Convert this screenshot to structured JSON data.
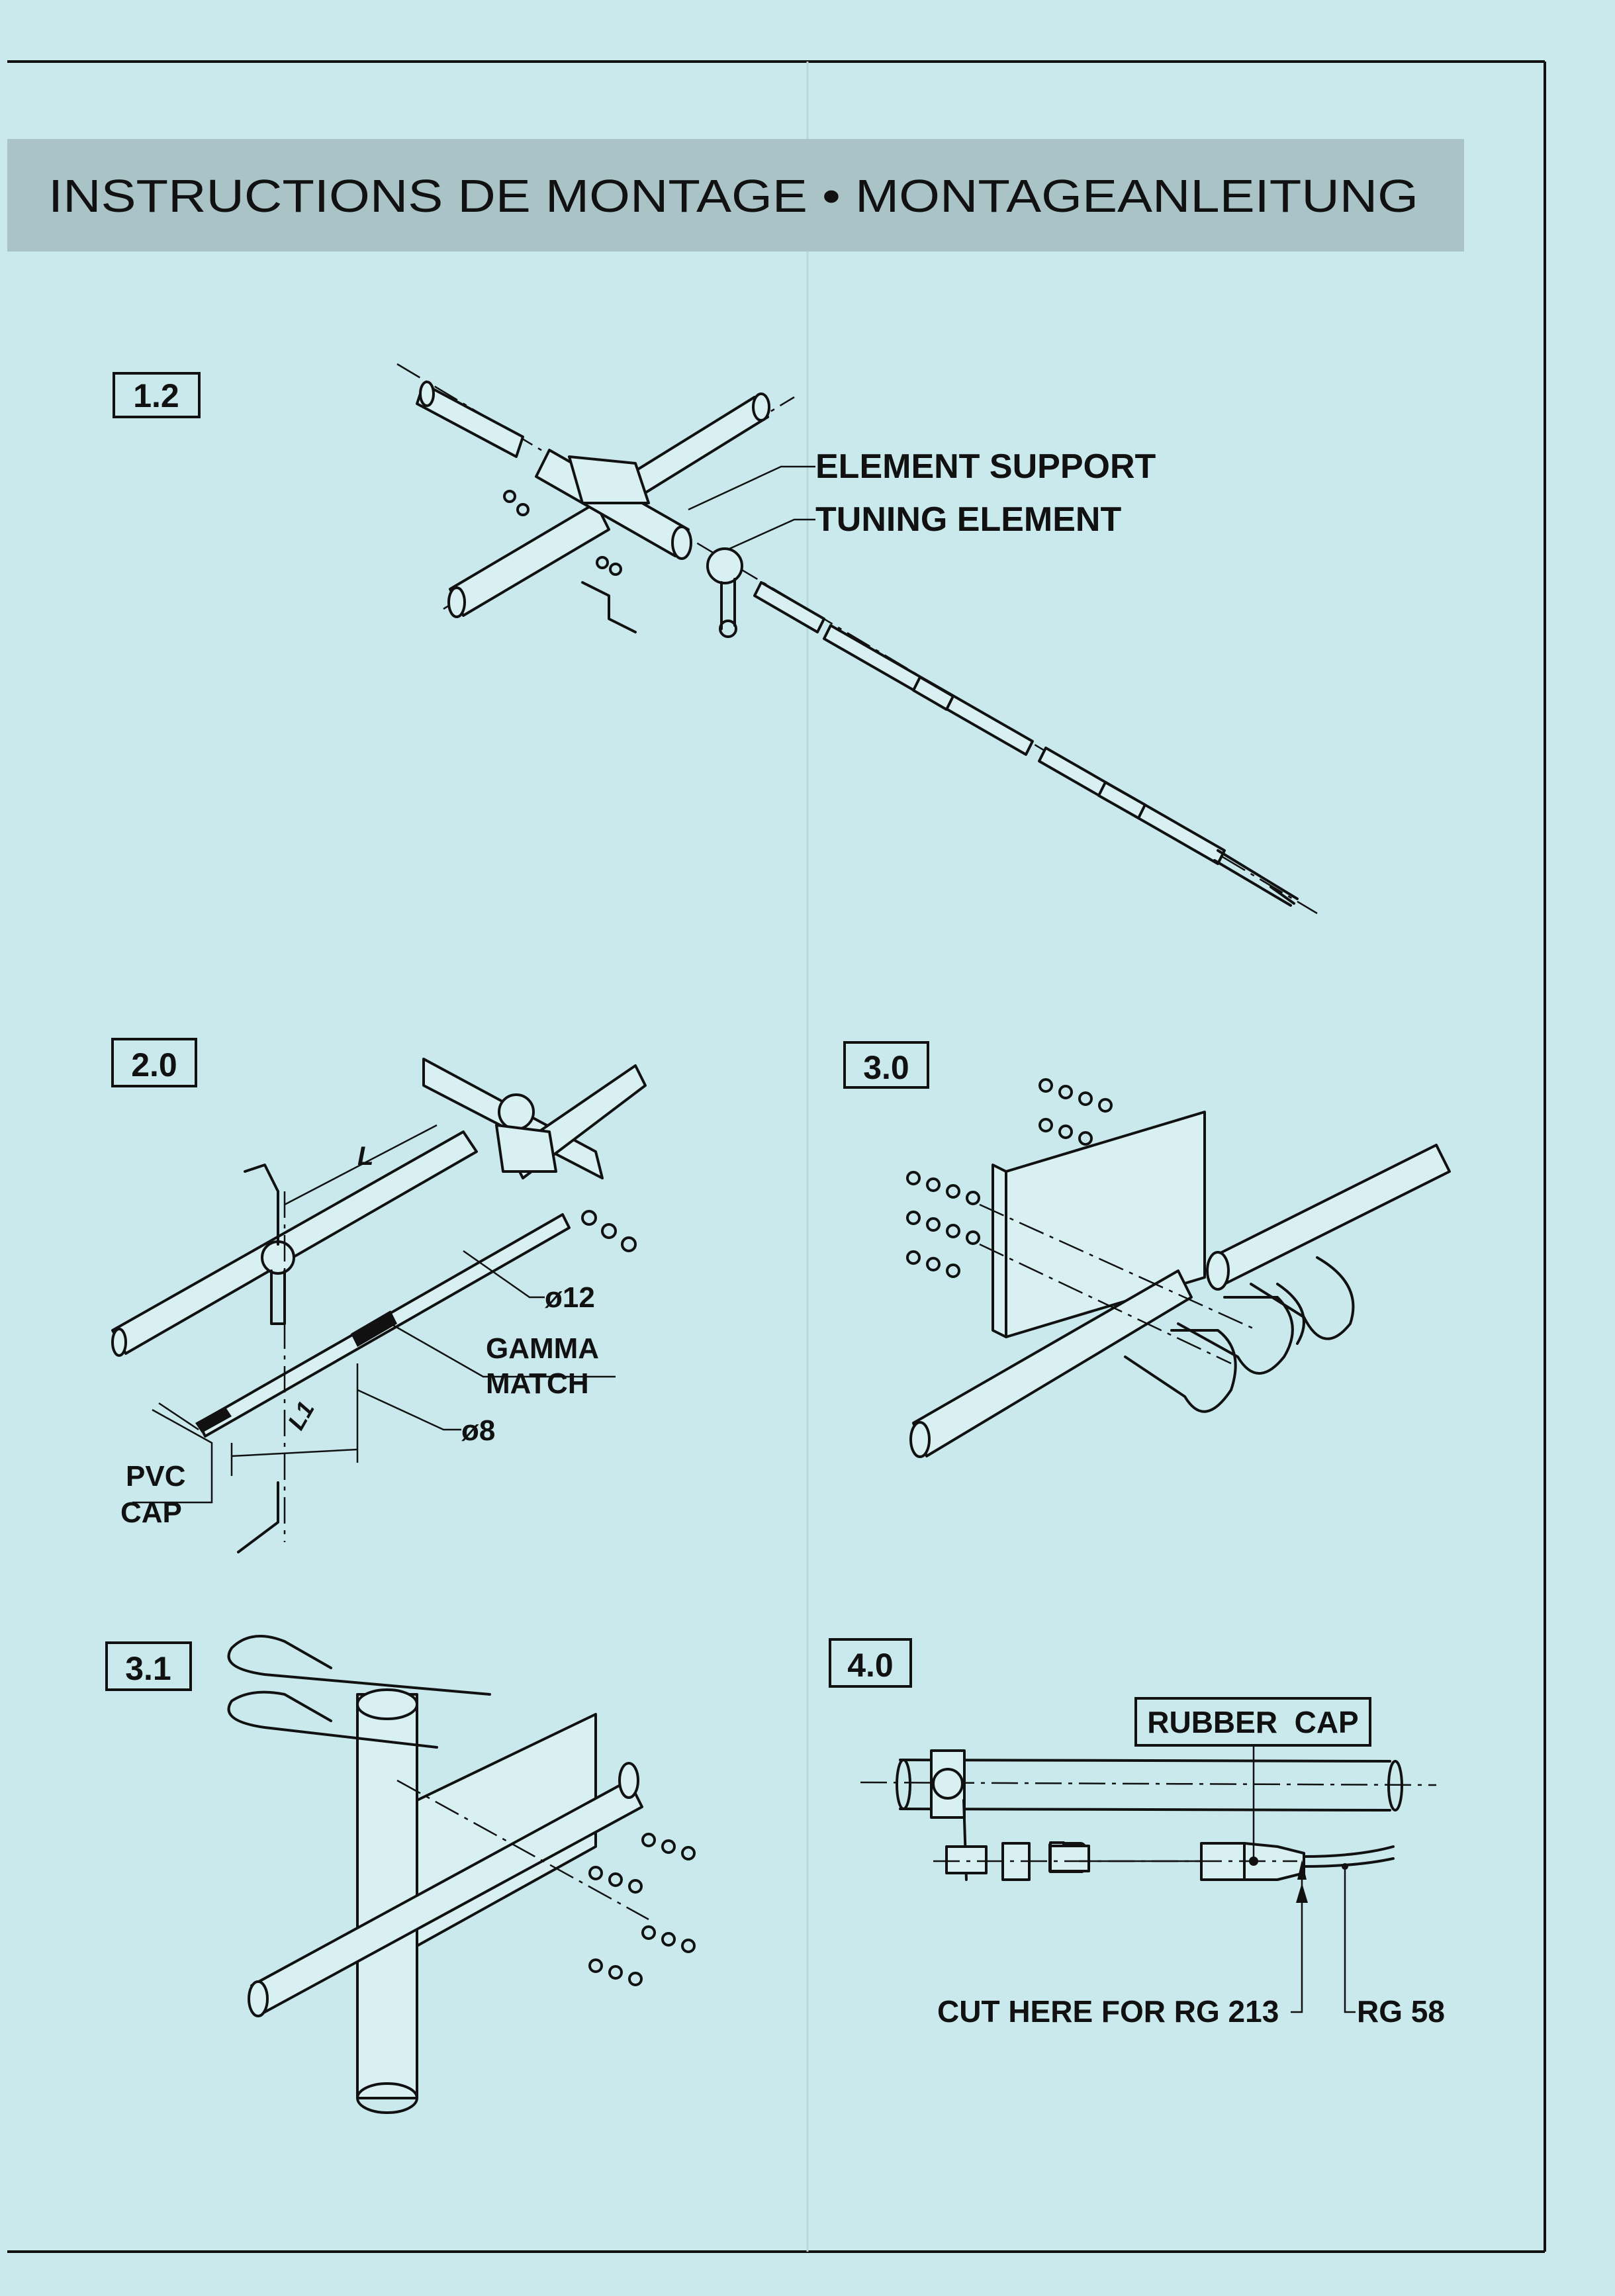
{
  "header": {
    "title": "INSTRUCTIONS DE MONTAGE • MONTAGEANLEITUNG"
  },
  "figures": {
    "fig_1_2": {
      "number": "1.2",
      "labels": {
        "element_support": "ELEMENT SUPPORT",
        "tuning_element": "TUNING ELEMENT"
      }
    },
    "fig_2_0": {
      "number": "2.0",
      "labels": {
        "L": "L",
        "L1": "L1",
        "d12": "ø12",
        "gamma": "GAMMA",
        "match": "MATCH",
        "d8": "ø8",
        "pvc": "PVC",
        "cap": "CAP"
      }
    },
    "fig_3_0": {
      "number": "3.0"
    },
    "fig_3_1": {
      "number": "3.1"
    },
    "fig_4_0": {
      "number": "4.0",
      "labels": {
        "rubber_cap": "RUBBER  CAP",
        "cut_here": "CUT HERE FOR RG 213",
        "rg58": "RG 58"
      }
    }
  },
  "colors": {
    "paper": "#c9e9ec",
    "band": "#a9c3c6",
    "ink": "#111111"
  }
}
